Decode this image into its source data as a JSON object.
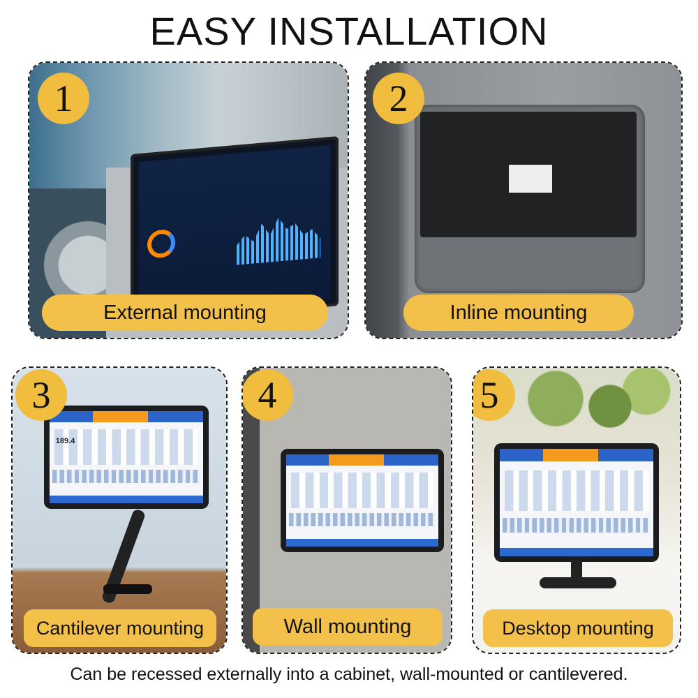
{
  "title": "EASY INSTALLATION",
  "caption": "Can be recessed externally into a cabinet, wall-mounted or cantilevered.",
  "accent_color": "#f3c14a",
  "panels": [
    {
      "number": "1",
      "label": "External mounting"
    },
    {
      "number": "2",
      "label": "Inline mounting"
    },
    {
      "number": "3",
      "label": "Cantilever mounting"
    },
    {
      "number": "4",
      "label": "Wall mounting"
    },
    {
      "number": "5",
      "label": "Desktop mounting"
    }
  ],
  "dashboard_value": "189.4"
}
